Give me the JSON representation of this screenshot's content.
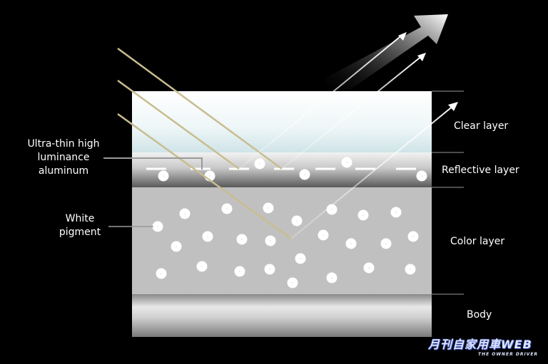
{
  "labels": {
    "aluminum_line1": "Ultra-thin high",
    "aluminum_line2": "luminance",
    "aluminum_line3": "aluminum",
    "pigment_line1": "White",
    "pigment_line2": "pigment",
    "clear_layer": "Clear layer",
    "reflective_layer": "Reflective layer",
    "color_layer": "Color layer",
    "body": "Body"
  },
  "logo": {
    "title": "月刊自家用車WEB",
    "subtitle": "THE OWNER DRIVER"
  },
  "colors": {
    "incident_ray": "#c8bd90",
    "reflected_ray": "#ffffff",
    "clear_layer_tint": "#cfe6ea",
    "color_layer": "#c0c0c0"
  }
}
